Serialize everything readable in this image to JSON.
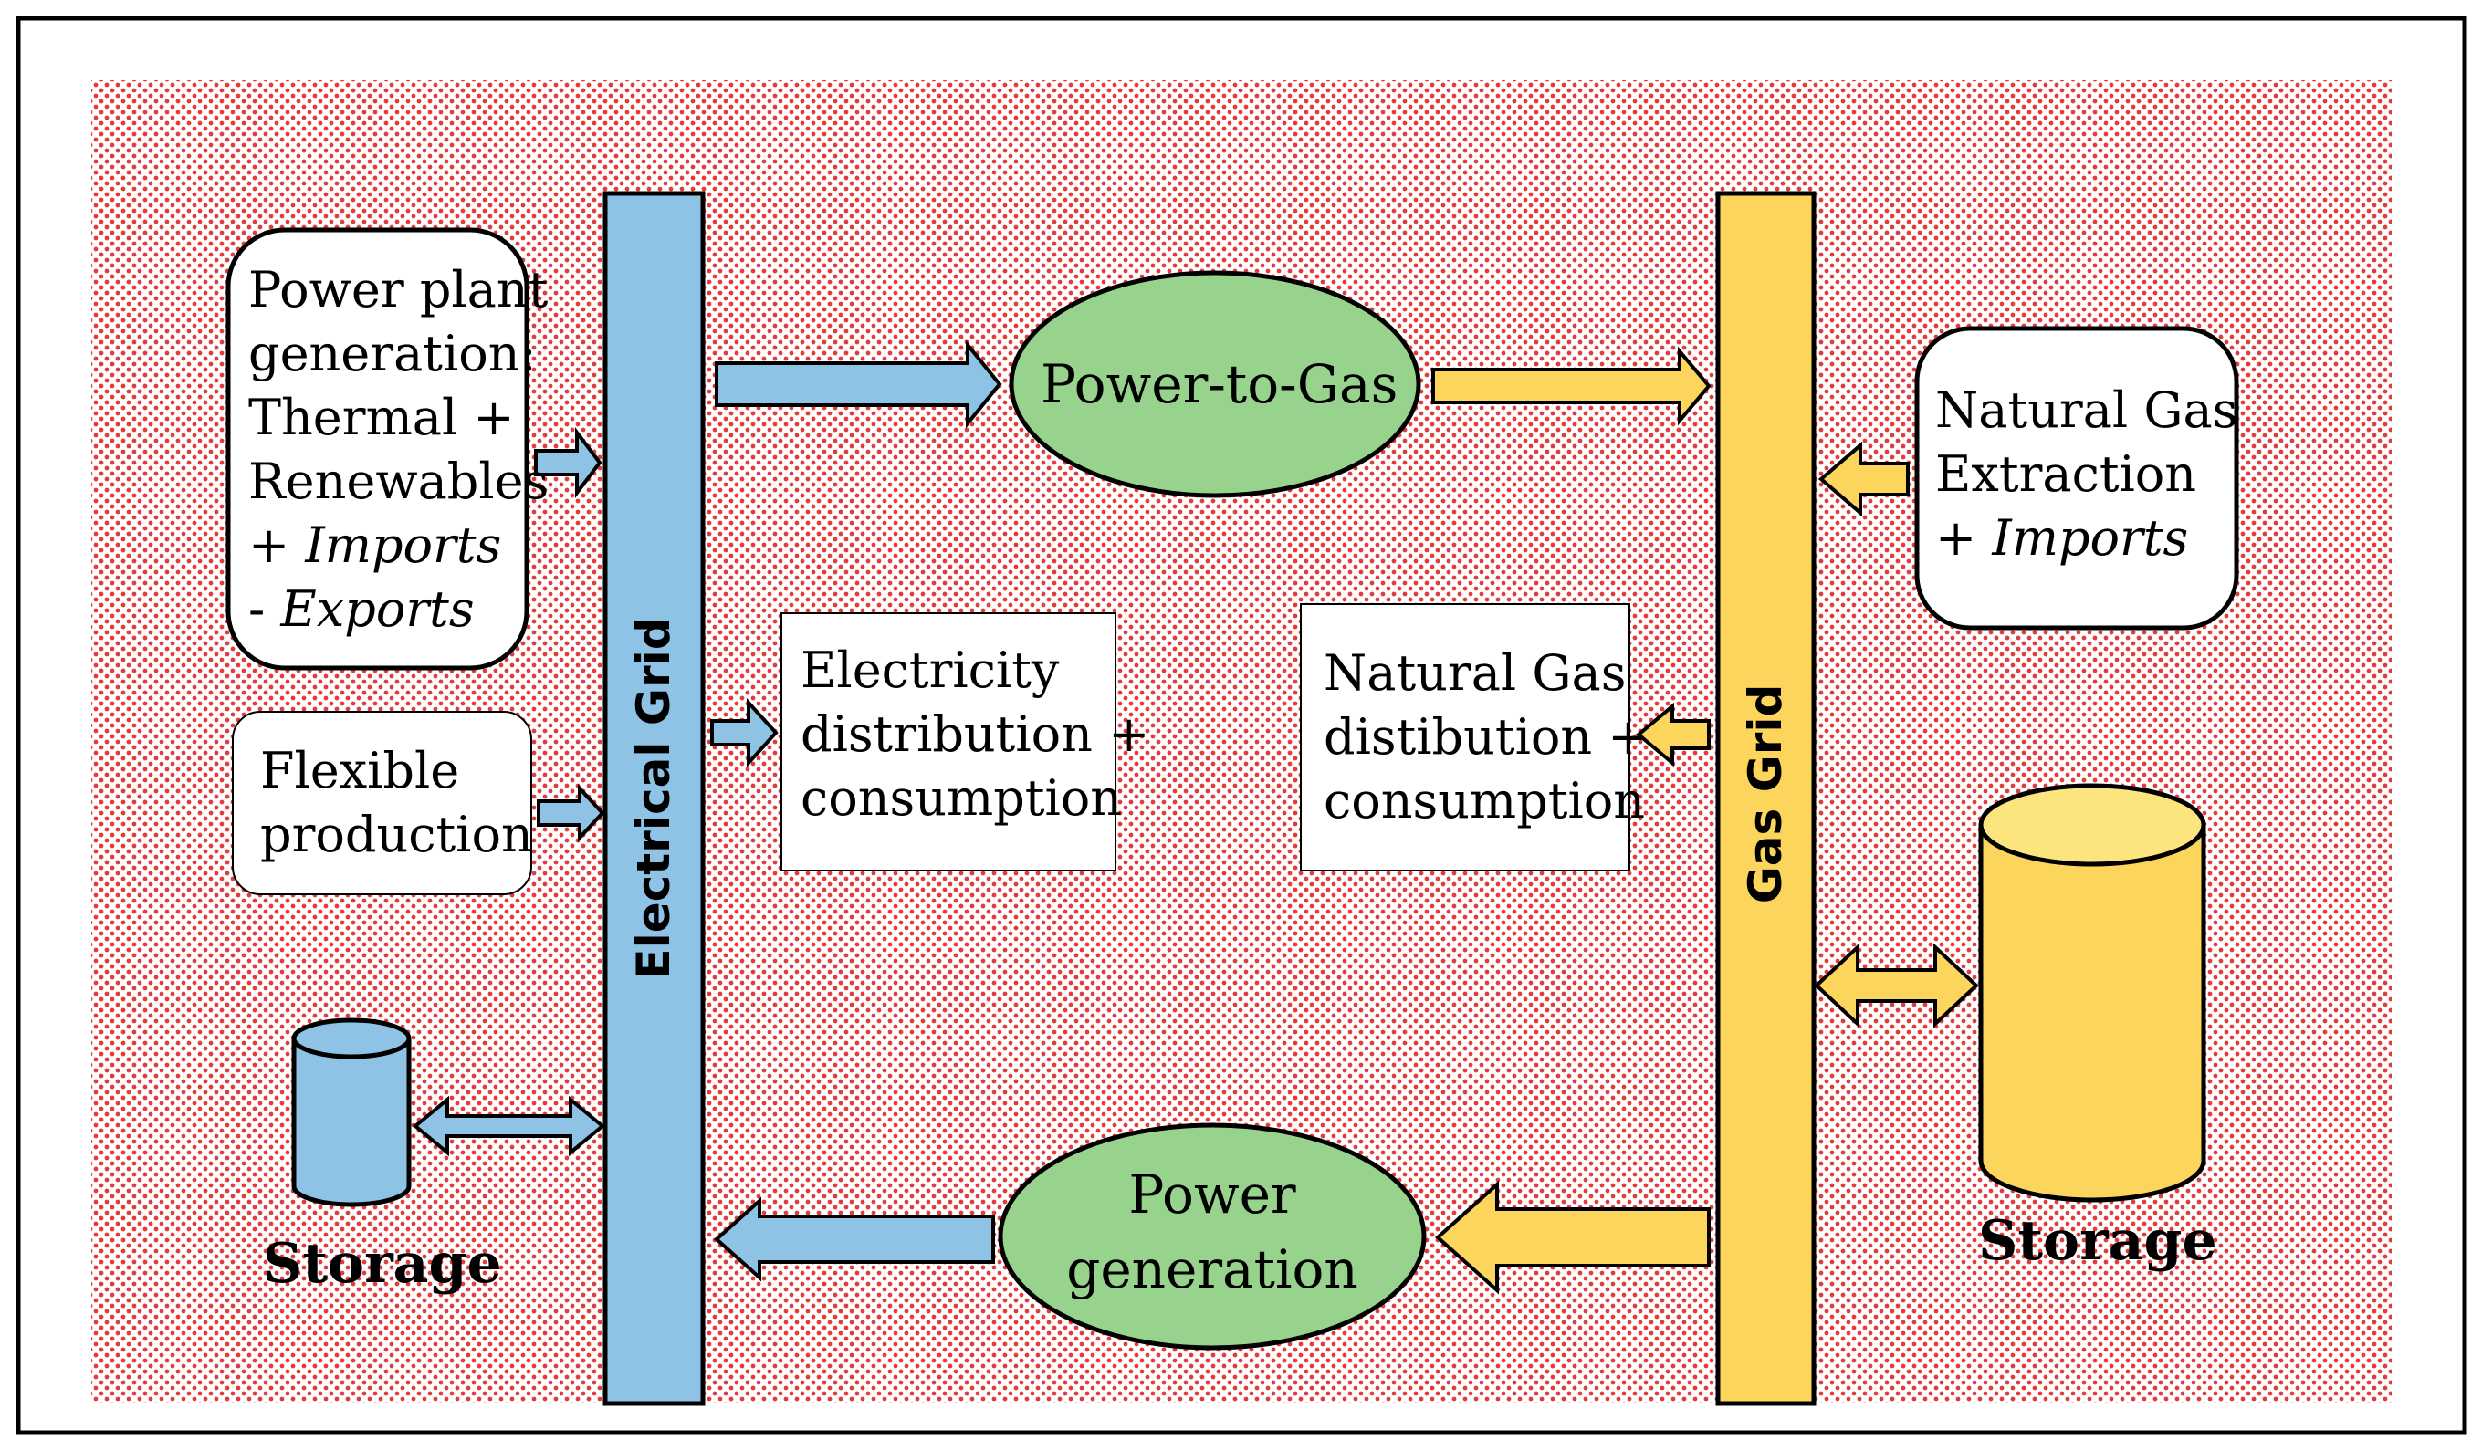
{
  "colors": {
    "electric_blue": "#8fc3e6",
    "gas_yellow": "#fcd55c",
    "conversion_green": "#98d38e",
    "dot_red": "#e23b3b"
  },
  "electrical_grid": {
    "label": "Electrical Grid"
  },
  "gas_grid": {
    "label": "Gas Grid"
  },
  "power_plant": {
    "line1": "Power plant",
    "line2": "generation:",
    "line3": "Thermal +",
    "line4": "Renewables",
    "line5_prefix": "+ ",
    "line5_italic": "Imports",
    "line6_prefix": "- ",
    "line6_italic": "Exports"
  },
  "flexible": {
    "line1": "Flexible",
    "line2": "production"
  },
  "elec_storage": {
    "label": "Storage"
  },
  "elec_distribution": {
    "line1": "Electricity",
    "line2": "distribution +",
    "line3": "consumption"
  },
  "power_to_gas": {
    "label": "Power-to-Gas"
  },
  "power_generation": {
    "line1": "Power",
    "line2": "generation"
  },
  "gas_distribution": {
    "line1": "Natural Gas",
    "line2": "distibution +",
    "line3": "consumption"
  },
  "natural_gas": {
    "line1": "Natural Gas",
    "line2": "Extraction",
    "line3_prefix": "+ ",
    "line3_italic": "Imports"
  },
  "gas_storage": {
    "label": "Storage"
  }
}
